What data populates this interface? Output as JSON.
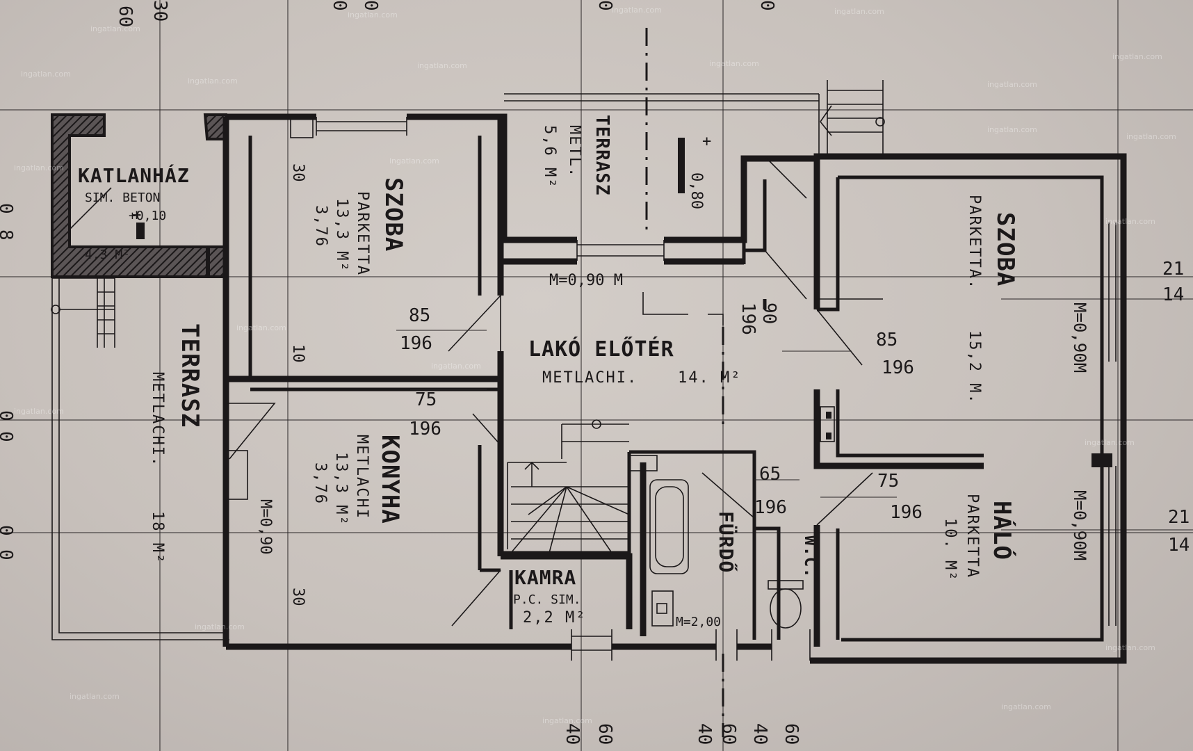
{
  "plan": {
    "rooms": [
      {
        "id": "katlanhaz",
        "name": "KATLANHÁZ",
        "material": "SIM. BETON",
        "level": "+0,10",
        "area": "4,3 M²"
      },
      {
        "id": "terrasz-top",
        "name": "TERRASZ",
        "material": "METL.",
        "area": "5,6 M²"
      },
      {
        "id": "szoba-left",
        "name": "SZOBA",
        "material": "PARKETTA",
        "area": "13,3 M²",
        "height": "3,76"
      },
      {
        "id": "szoba-right",
        "name": "SZOBA",
        "material": "PARKETTA.",
        "area": "15,2 M."
      },
      {
        "id": "lako-eloter",
        "name": "LAKÓ ELŐTÉR",
        "material": "METLACHI.",
        "area": "14. M²"
      },
      {
        "id": "konyha",
        "name": "KONYHA",
        "material": "METLACHI",
        "area": "13,3 M²",
        "height": "3,76"
      },
      {
        "id": "terrasz-left",
        "name": "TERRASZ",
        "material": "METLACHI.",
        "area": "18 M²"
      },
      {
        "id": "kamra",
        "name": "KAMRA",
        "material": "P.C. SIM.",
        "area": "2,2 M²"
      },
      {
        "id": "furdo",
        "name": "FÜRDŐ"
      },
      {
        "id": "wc",
        "name": "W.C."
      },
      {
        "id": "halo",
        "name": "HÁLÓ",
        "material": "PARKETTA",
        "area": "10. M²"
      }
    ],
    "door_dims": [
      {
        "w": "85",
        "h": "196"
      },
      {
        "w": "75",
        "h": "196"
      },
      {
        "w": "85",
        "h": "196"
      },
      {
        "w": "65",
        "h": "196"
      },
      {
        "w": "75",
        "h": "196"
      },
      {
        "w": "90",
        "h": "196"
      }
    ],
    "window_labels": {
      "m090_a": "M=0,90 M",
      "m090_b": "M=0,90",
      "m090m_c": "M=0,90M",
      "m090m_d": "M=0,90M",
      "m200": "M=2,00"
    },
    "misc_labels": {
      "thk30_a": "30",
      "thk10": "10",
      "thk30_b": "30",
      "step080": "0,80",
      "plus1": "+",
      "plus2": "+"
    },
    "edge_numbers": {
      "top": [
        "60",
        "30",
        "0",
        "0",
        "0",
        "0"
      ],
      "bottom": [
        "40",
        "60",
        "40",
        "60",
        "40",
        "60"
      ],
      "left": [
        "0",
        "8",
        "0",
        "0",
        "0",
        "0"
      ],
      "right_a": "21",
      "right_b": "14",
      "right_c": "21",
      "right_d": "14"
    },
    "watermark": "ingatlan.com"
  }
}
